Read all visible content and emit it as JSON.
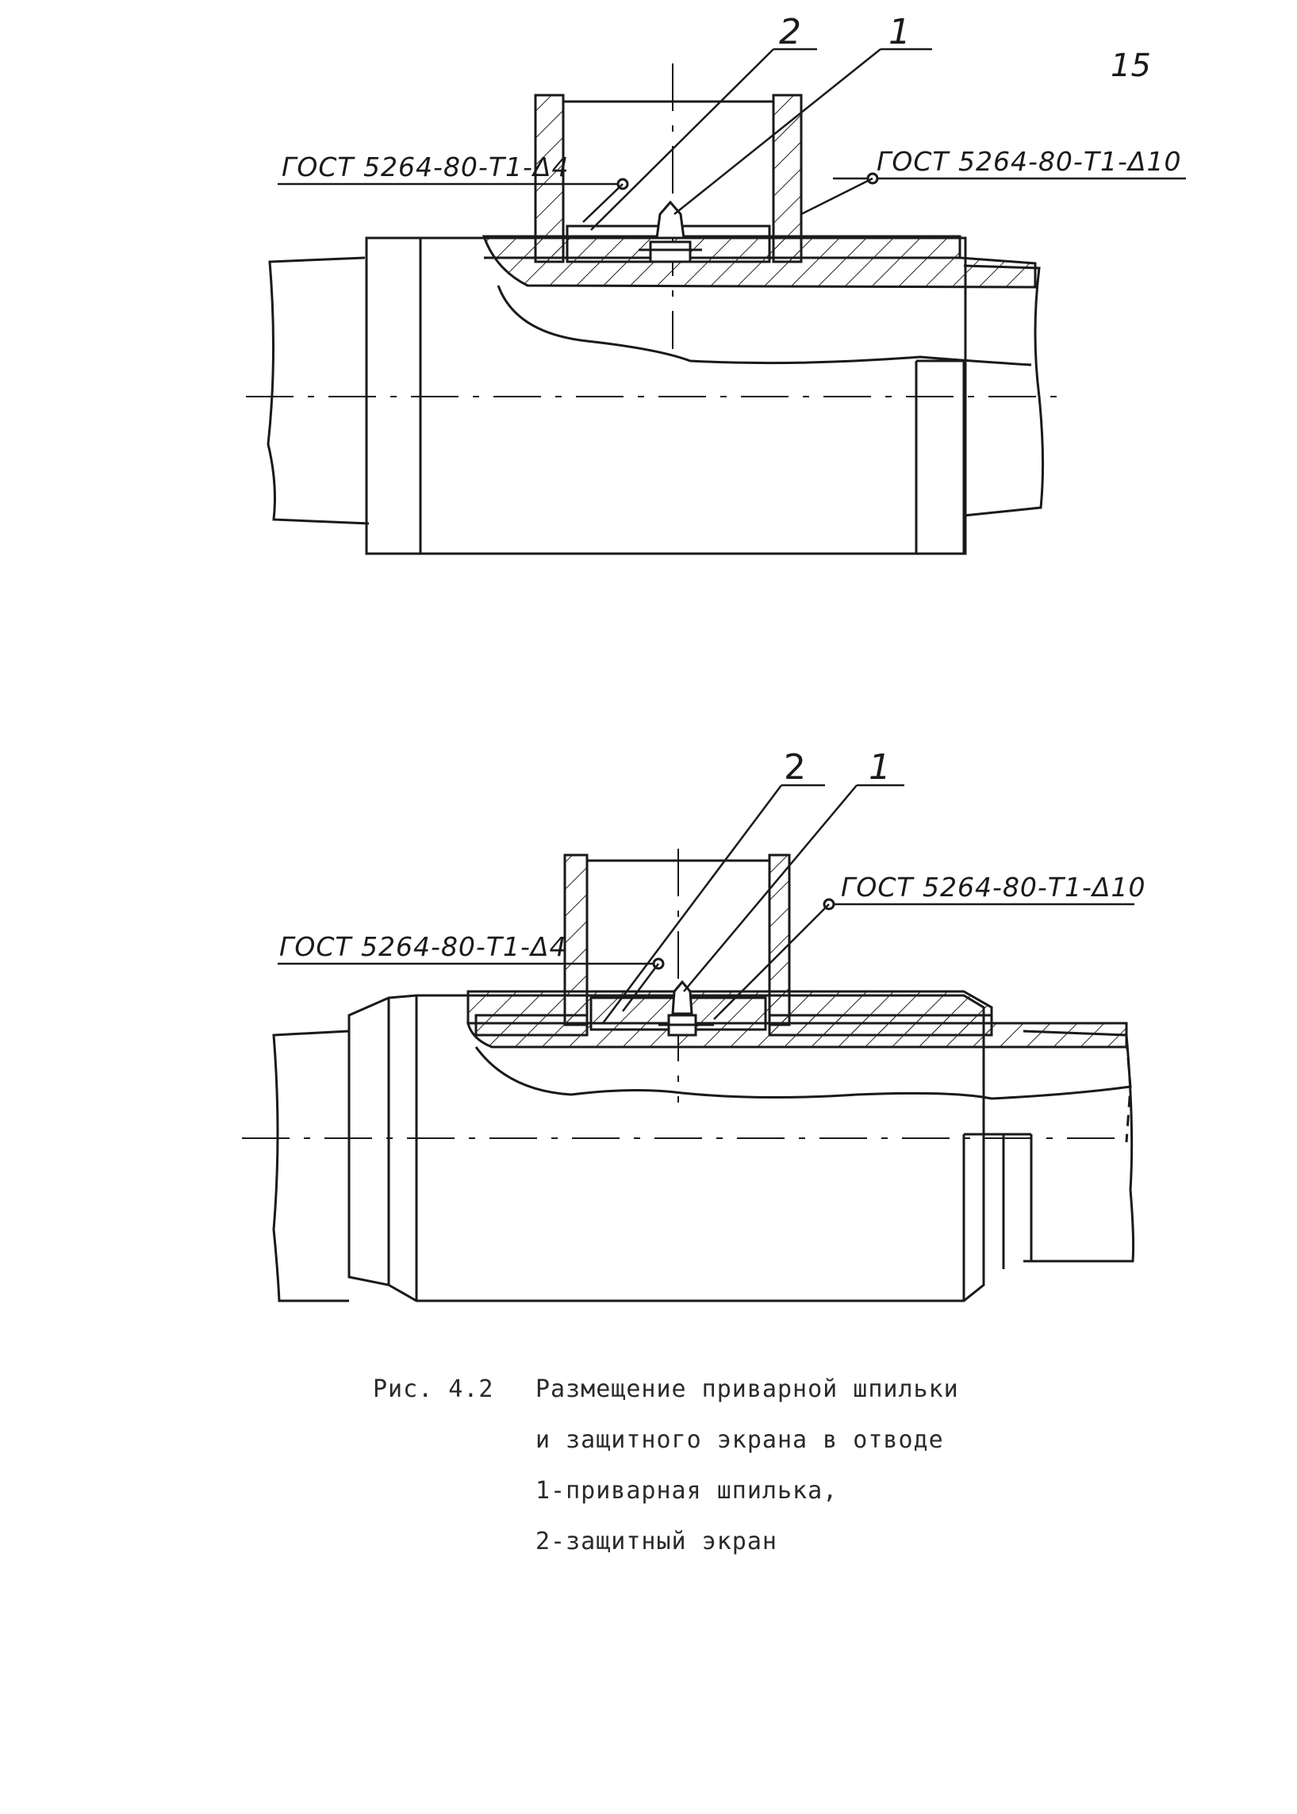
{
  "page_number": "15",
  "top_figure": {
    "callout_2": "2",
    "callout_1": "1",
    "weld_left": "ГОСТ 5264-80-Т1-Δ4",
    "weld_right": "ГОСТ 5264-80-Т1-Δ10"
  },
  "bottom_figure": {
    "callout_2": "2",
    "callout_1": "1",
    "weld_left": "ГОСТ 5264-80-Т1-Δ4",
    "weld_right": "ГОСТ 5264-80-Т1-Δ10"
  },
  "caption": {
    "figure_label": "Рис. 4.2",
    "line1": "Размещение приварной шпильки",
    "line2": "и защитного экрана в отводе",
    "line3": "1-приварная шпилька,",
    "line4": "2-защитный экран"
  }
}
